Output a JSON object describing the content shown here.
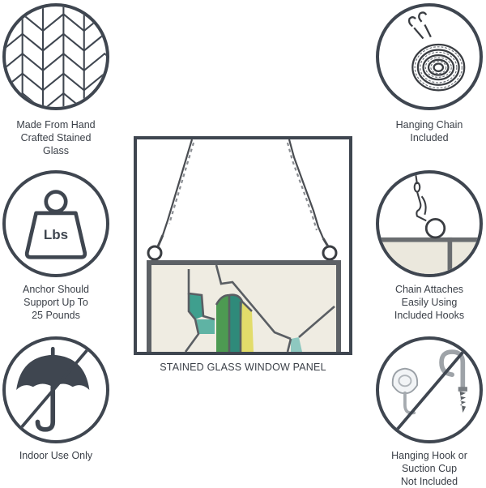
{
  "features": {
    "stained_glass": {
      "lines": [
        "Made From Hand",
        "Crafted Stained",
        "Glass"
      ],
      "icon": "chevron-pattern-icon"
    },
    "anchor": {
      "lines": [
        "Anchor Should",
        "Support Up To",
        "25 Pounds"
      ],
      "icon": "weight-icon",
      "badge": "Lbs"
    },
    "indoor": {
      "lines": [
        "Indoor Use Only"
      ],
      "icon": "umbrella-crossed-icon"
    },
    "chain": {
      "lines": [
        "Hanging Chain",
        "Included"
      ],
      "icon": "chain-icon"
    },
    "hooks": {
      "lines": [
        "Chain Attaches",
        "Easily Using",
        "Included Hooks"
      ],
      "icon": "hook-icon"
    },
    "not_included": {
      "lines": [
        "Hanging Hook or",
        "Suction Cup",
        "Not Included"
      ],
      "icon": "suction-cup-crossed-icon"
    }
  },
  "panel": {
    "title": "STAINED GLASS WINDOW PANEL"
  },
  "colors": {
    "outline": "#3f4650",
    "text": "#3b4048",
    "glass": "#efece2",
    "lead": "#5a5e63"
  }
}
